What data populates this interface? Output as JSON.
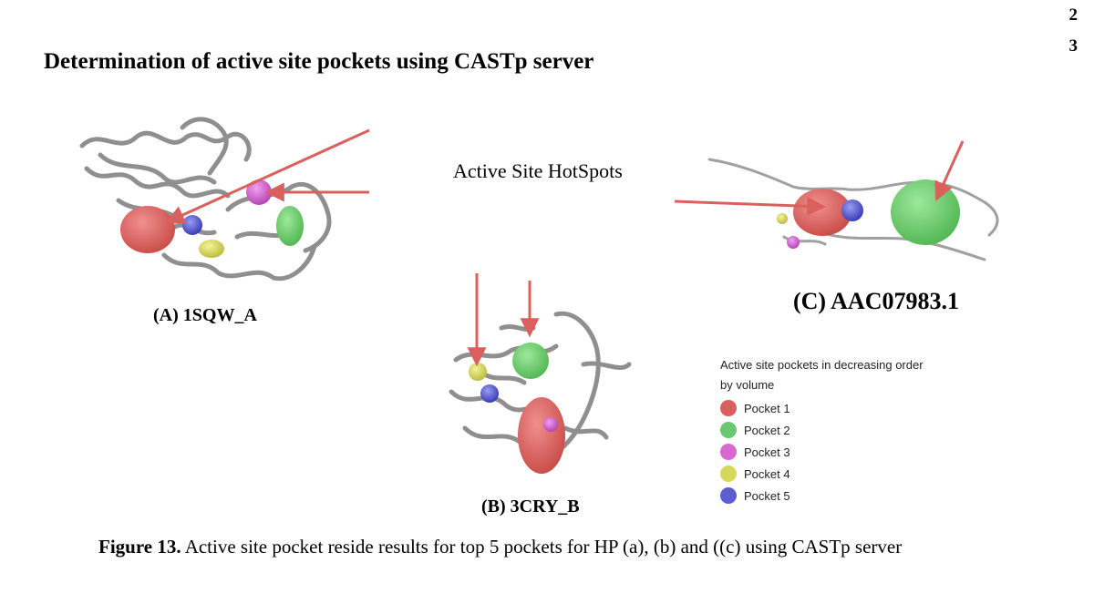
{
  "page_numbers": [
    "2",
    "3"
  ],
  "title": "Determination of active site pockets using CASTp server",
  "annotation": "Active Site HotSpots",
  "panels": {
    "a": "(A) 1SQW_A",
    "b": "(B) 3CRY_B",
    "c": "(C) AAC07983.1"
  },
  "legend": {
    "title": "Active site pockets in decreasing order by volume",
    "items": [
      {
        "label": "Pocket 1",
        "color": "#d9605c"
      },
      {
        "label": "Pocket 2",
        "color": "#6cc870"
      },
      {
        "label": "Pocket 3",
        "color": "#d867d1"
      },
      {
        "label": "Pocket 4",
        "color": "#d6d85a"
      },
      {
        "label": "Pocket 5",
        "color": "#5a5ed0"
      }
    ]
  },
  "caption": {
    "lead": "Figure 13.",
    "text": " Active site pocket reside results for top 5 pockets for HP (a), (b) and ((c) using CASTp server"
  },
  "colors": {
    "arrow": "#d9605c",
    "ribbon": "#9a9a9a"
  }
}
